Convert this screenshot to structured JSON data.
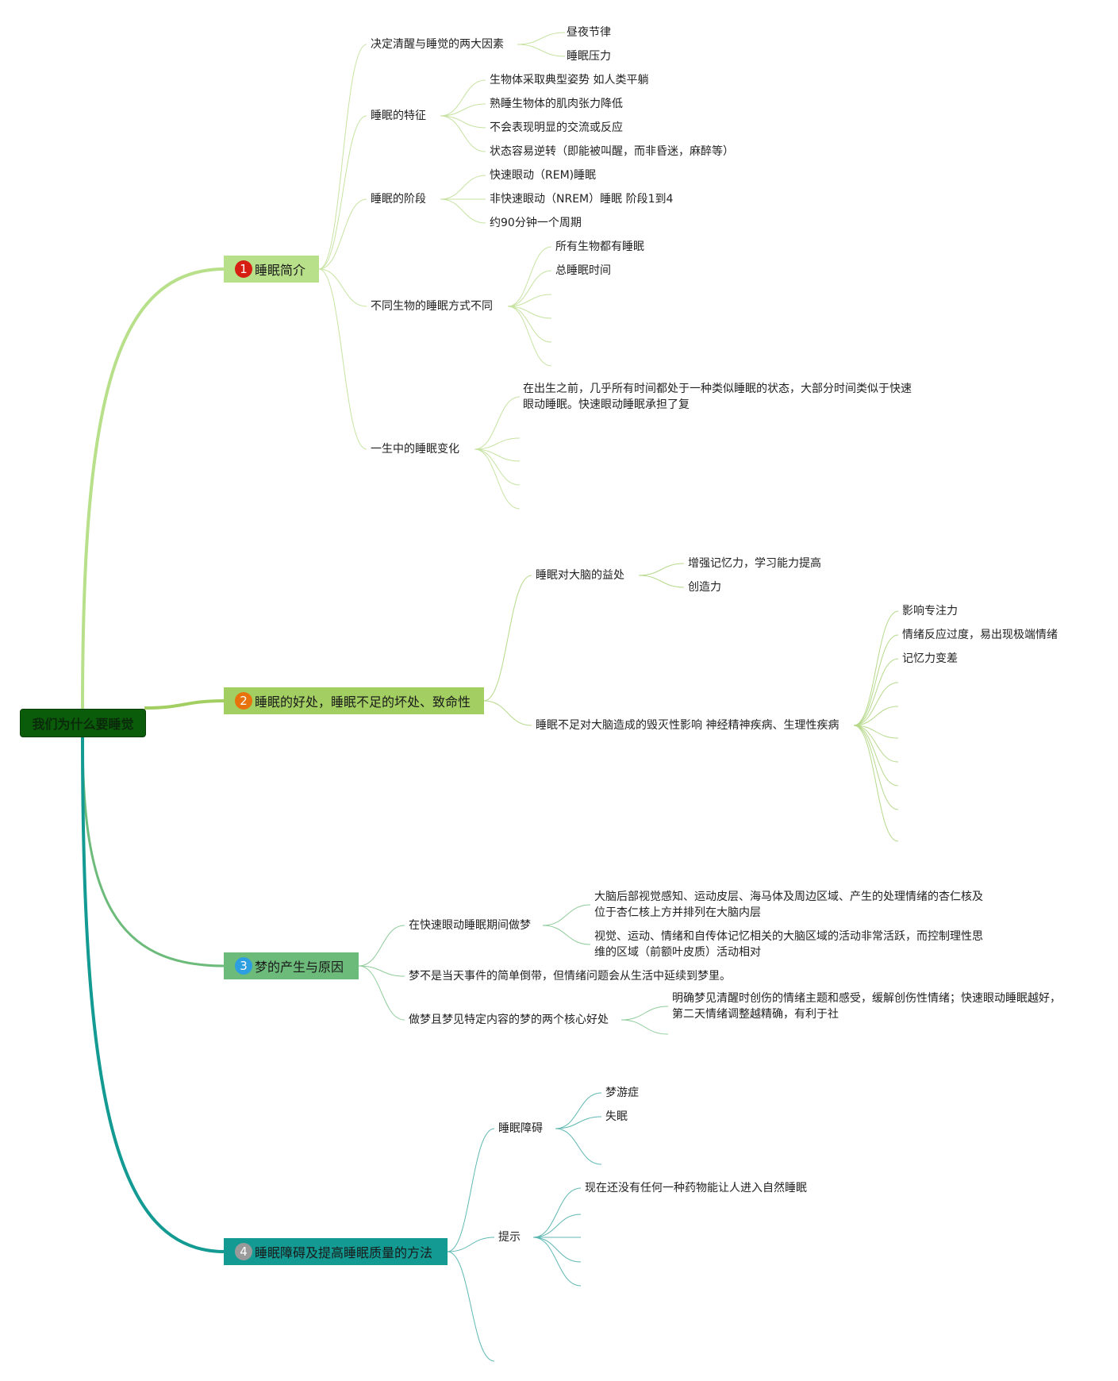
{
  "root": {
    "label": "我们为什么要睡觉"
  },
  "colors": {
    "root_bg": "#0a5c0a",
    "branch1": "#b8e08a",
    "branch2": "#a3cf62",
    "branch3": "#6dbb7b",
    "branch4": "#129a93",
    "badge1": "#d61f12",
    "badge2": "#e8730c",
    "badge3": "#2d9ee0",
    "badge4": "#9a9a9a"
  },
  "branches": [
    {
      "badge": "1",
      "label": "睡眠简介",
      "children": [
        {
          "label": "决定清醒与睡觉的两大因素",
          "children": [
            "昼夜节律",
            "睡眠压力"
          ]
        },
        {
          "label": "睡眠的特征",
          "children": [
            "生物体采取典型姿势 如人类平躺",
            "熟睡生物体的肌肉张力降低",
            "不会表现明显的交流或反应",
            "状态容易逆转（即能被叫醒，而非昏迷，麻醉等）"
          ]
        },
        {
          "label": "睡眠的阶段",
          "children": [
            "快速眼动（REM)睡眠",
            "非快速眼动（NREM）睡眠 阶段1到4",
            "约90分钟一个周期"
          ]
        },
        {
          "label": "不同生物的睡眠方式不同",
          "children": [
            "所有生物都有睡眠",
            "总睡眠时间"
          ]
        },
        {
          "label": "一生中的睡眠变化",
          "children": [
            "在出生之前，几乎所有时间都处于一种类似睡眠的状态，大部分时间类似于快速眼动睡眠。快速眼动睡眠承担了复"
          ]
        }
      ]
    },
    {
      "badge": "2",
      "label": "睡眠的好处，睡眠不足的坏处、致命性",
      "children": [
        {
          "label": "睡眠对大脑的益处",
          "children": [
            "增强记忆力，学习能力提高",
            "创造力"
          ]
        },
        {
          "label": "睡眠不足对大脑造成的毁灭性影响 神经精神疾病、生理性疾病",
          "children": [
            "影响专注力",
            "情绪反应过度，易出现极端情绪",
            "记忆力变差"
          ]
        }
      ]
    },
    {
      "badge": "3",
      "label": "梦的产生与原因",
      "children": [
        {
          "label": "在快速眼动睡眠期间做梦",
          "children": [
            "大脑后部视觉感知、运动皮层、海马体及周边区域、产生的处理情绪的杏仁核及位于杏仁核上方并排列在大脑内层",
            "视觉、运动、情绪和自传体记忆相关的大脑区域的活动非常活跃，而控制理性思维的区域（前额叶皮质）活动相对"
          ]
        },
        {
          "label": "梦不是当天事件的简单倒带，但情绪问题会从生活中延续到梦里。",
          "children": []
        },
        {
          "label": "做梦且梦见特定内容的梦的两个核心好处",
          "children": [
            "明确梦见清醒时创伤的情绪主题和感受，缓解创伤性情绪；快速眼动睡眠越好，第二天情绪调整越精确，有利于社"
          ]
        }
      ]
    },
    {
      "badge": "4",
      "label": "睡眠障碍及提高睡眠质量的方法",
      "children": [
        {
          "label": "睡眠障碍",
          "children": [
            "梦游症",
            "失眠"
          ]
        },
        {
          "label": "提示",
          "children": [
            "现在还没有任何一种药物能让人进入自然睡眠"
          ]
        }
      ]
    }
  ]
}
